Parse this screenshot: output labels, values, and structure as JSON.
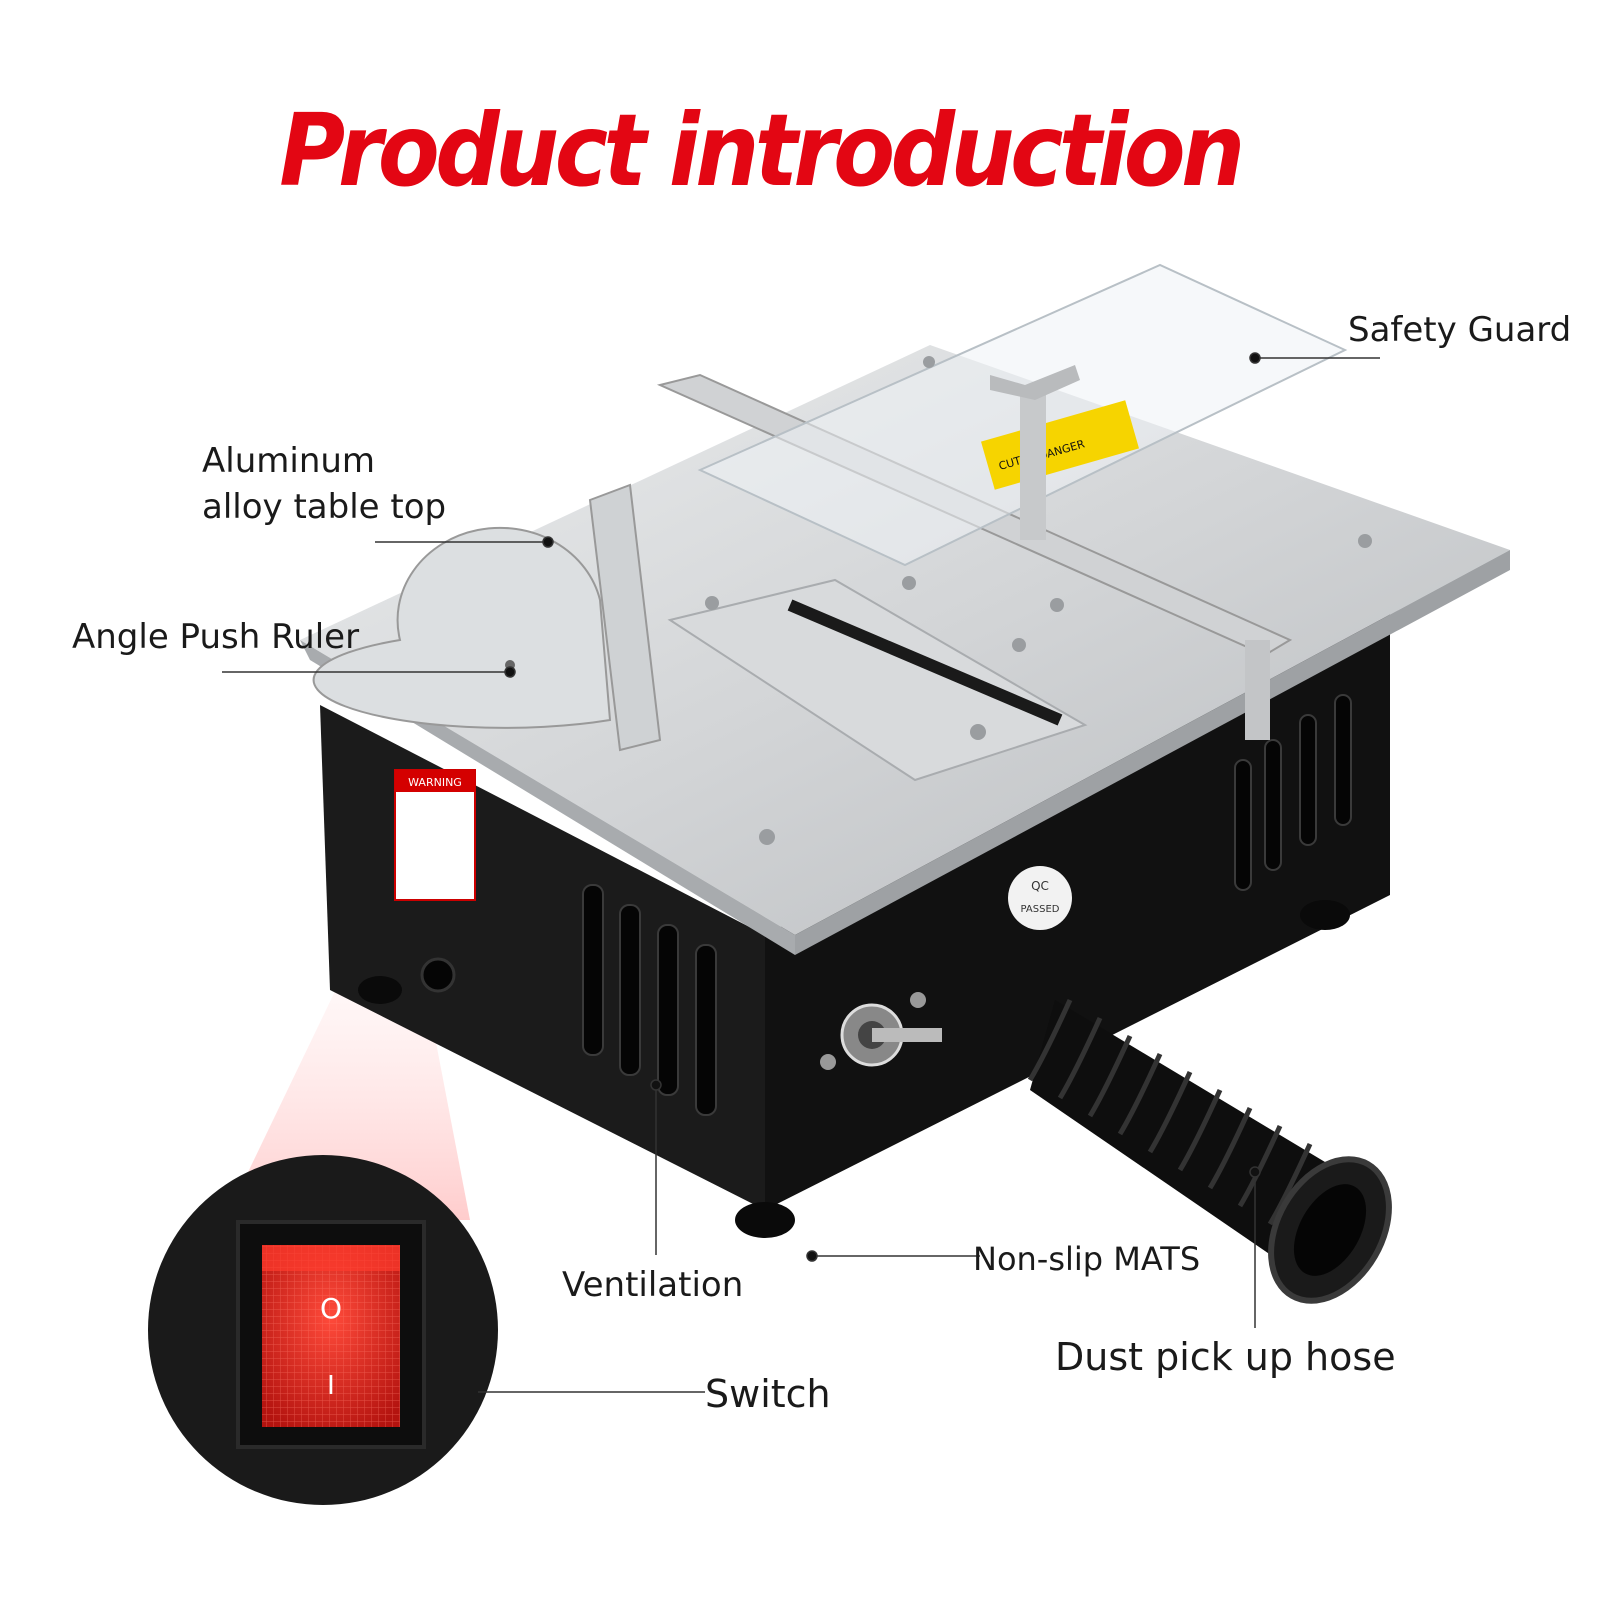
{
  "title": "Product introduction",
  "labels": {
    "safety_guard": "Safety Guard",
    "table_top_line1": "Aluminum",
    "table_top_line2": "alloy table top",
    "angle_push_ruler": "Angle Push Ruler",
    "ventilation": "Ventilation",
    "non_slip_mats": "Non-slip MATS",
    "dust_hose": "Dust pick up hose",
    "switch": "Switch"
  },
  "stickers": {
    "qc_top": "QC",
    "qc_bottom": "PASSED",
    "warning": "WARNING",
    "danger": "DANGER",
    "cut": "CUT"
  },
  "switch_symbols": {
    "off": "O",
    "on": "I"
  },
  "colors": {
    "title": "#e30613",
    "switch": "#e3231b",
    "body": "#161616",
    "table": "#c9cbcd"
  }
}
